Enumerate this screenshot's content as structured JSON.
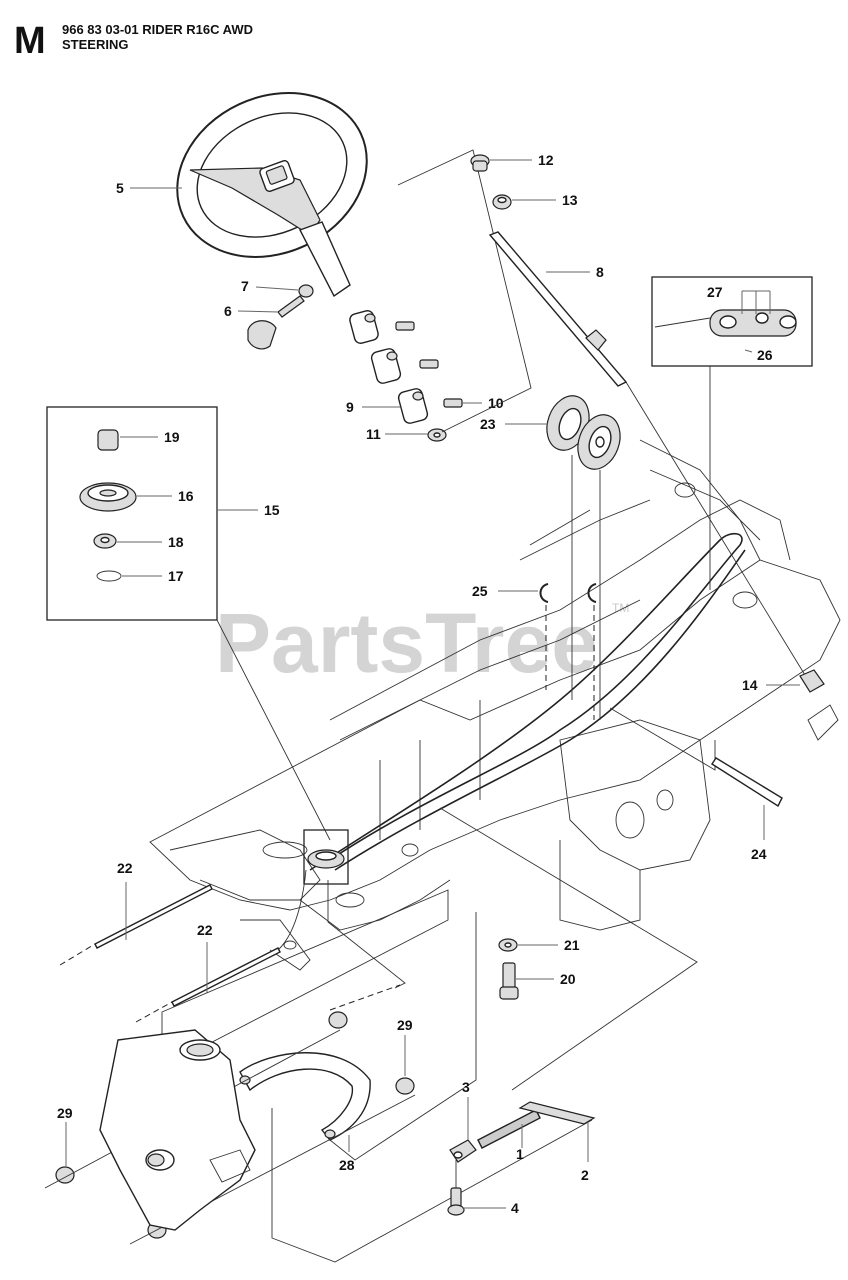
{
  "header": {
    "section_letter": "M",
    "model_line": "966 83 03-01 RIDER R16C AWD",
    "section_title": "STEERING"
  },
  "watermark": {
    "text": "PartsTree",
    "mark": "TM"
  },
  "callouts": {
    "c1": "1",
    "c2": "2",
    "c3": "3",
    "c4": "4",
    "c5": "5",
    "c6": "6",
    "c7": "7",
    "c8": "8",
    "c9": "9",
    "c10": "10",
    "c11": "11",
    "c12": "12",
    "c13": "13",
    "c14": "14",
    "c15": "15",
    "c16": "16",
    "c17": "17",
    "c18": "18",
    "c19": "19",
    "c20": "20",
    "c21": "21",
    "c22a": "22",
    "c22b": "22",
    "c23": "23",
    "c24": "24",
    "c25": "25",
    "c26": "26",
    "c27": "27",
    "c28": "28",
    "c29a": "29",
    "c29b": "29"
  }
}
